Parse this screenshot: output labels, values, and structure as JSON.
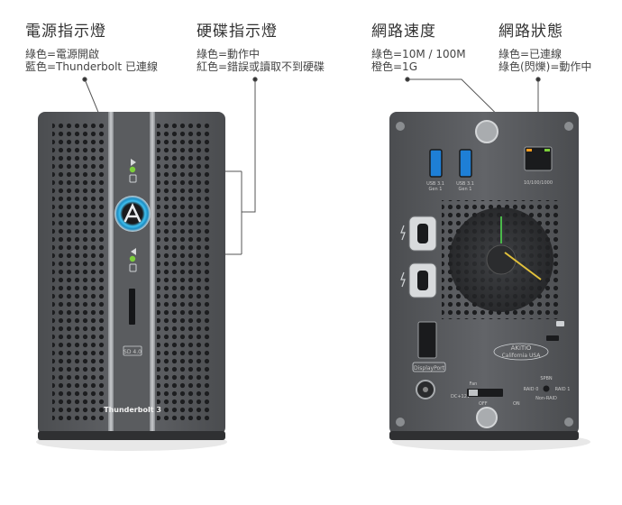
{
  "labels": {
    "power": {
      "title": "電源指示燈",
      "lines": [
        "綠色=電源開啟",
        "藍色=Thunderbolt 已連線"
      ]
    },
    "disk": {
      "title": "硬碟指示燈",
      "lines": [
        "綠色=動作中",
        "紅色=錯誤或讀取不到硬碟"
      ]
    },
    "speed": {
      "title": "網路速度",
      "lines": [
        "綠色=10M / 100M",
        "橙色=1G"
      ]
    },
    "status": {
      "title": "網路狀態",
      "lines": [
        "綠色=已連線",
        "綠色(閃爍)=動作中"
      ]
    }
  },
  "front": {
    "model_label": "Thunderbolt 3",
    "sd_label": "SD 4.0"
  },
  "rear": {
    "usb_label_1": "USB 3.1",
    "usb_label_1b": "Gen 1",
    "usb_label_2": "USB 3.1",
    "usb_label_2b": "Gen 1",
    "ethernet_label": "10/100/1000",
    "displayport_label": "DisplayPort",
    "dc_label": "DC+12V",
    "fan_label": "Fan",
    "off_label": "OFF",
    "on_label": "ON",
    "brand_line1": "AKiTiO",
    "brand_line2": "California USA",
    "spbn_label": "SPBN",
    "raid0_label": "RAID 0",
    "raid1_label": "RAID 1",
    "nonraid_label": "Non-RAID"
  },
  "colors": {
    "chassis": "#5b5d60",
    "chassis_dark": "#3f4144",
    "led_green": "#7ccf3a",
    "led_blue": "#2aa9e0",
    "usb_blue": "#1e7fd6"
  }
}
